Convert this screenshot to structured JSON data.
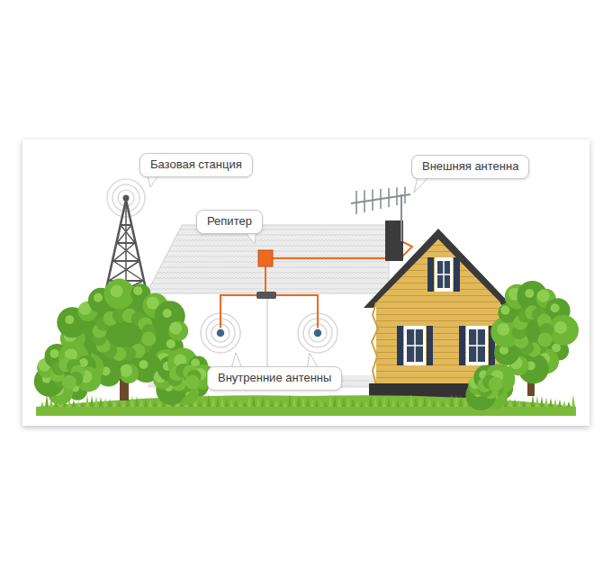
{
  "diagram": {
    "nodes": [
      {
        "text": [
          "Базовая станция"
        ]
      },
      {
        "text": [
          "Внешняя антенна"
        ]
      },
      {
        "text": [
          "Репитер"
        ]
      },
      {
        "text": [
          "Внутренние антенны"
        ]
      }
    ]
  }
}
